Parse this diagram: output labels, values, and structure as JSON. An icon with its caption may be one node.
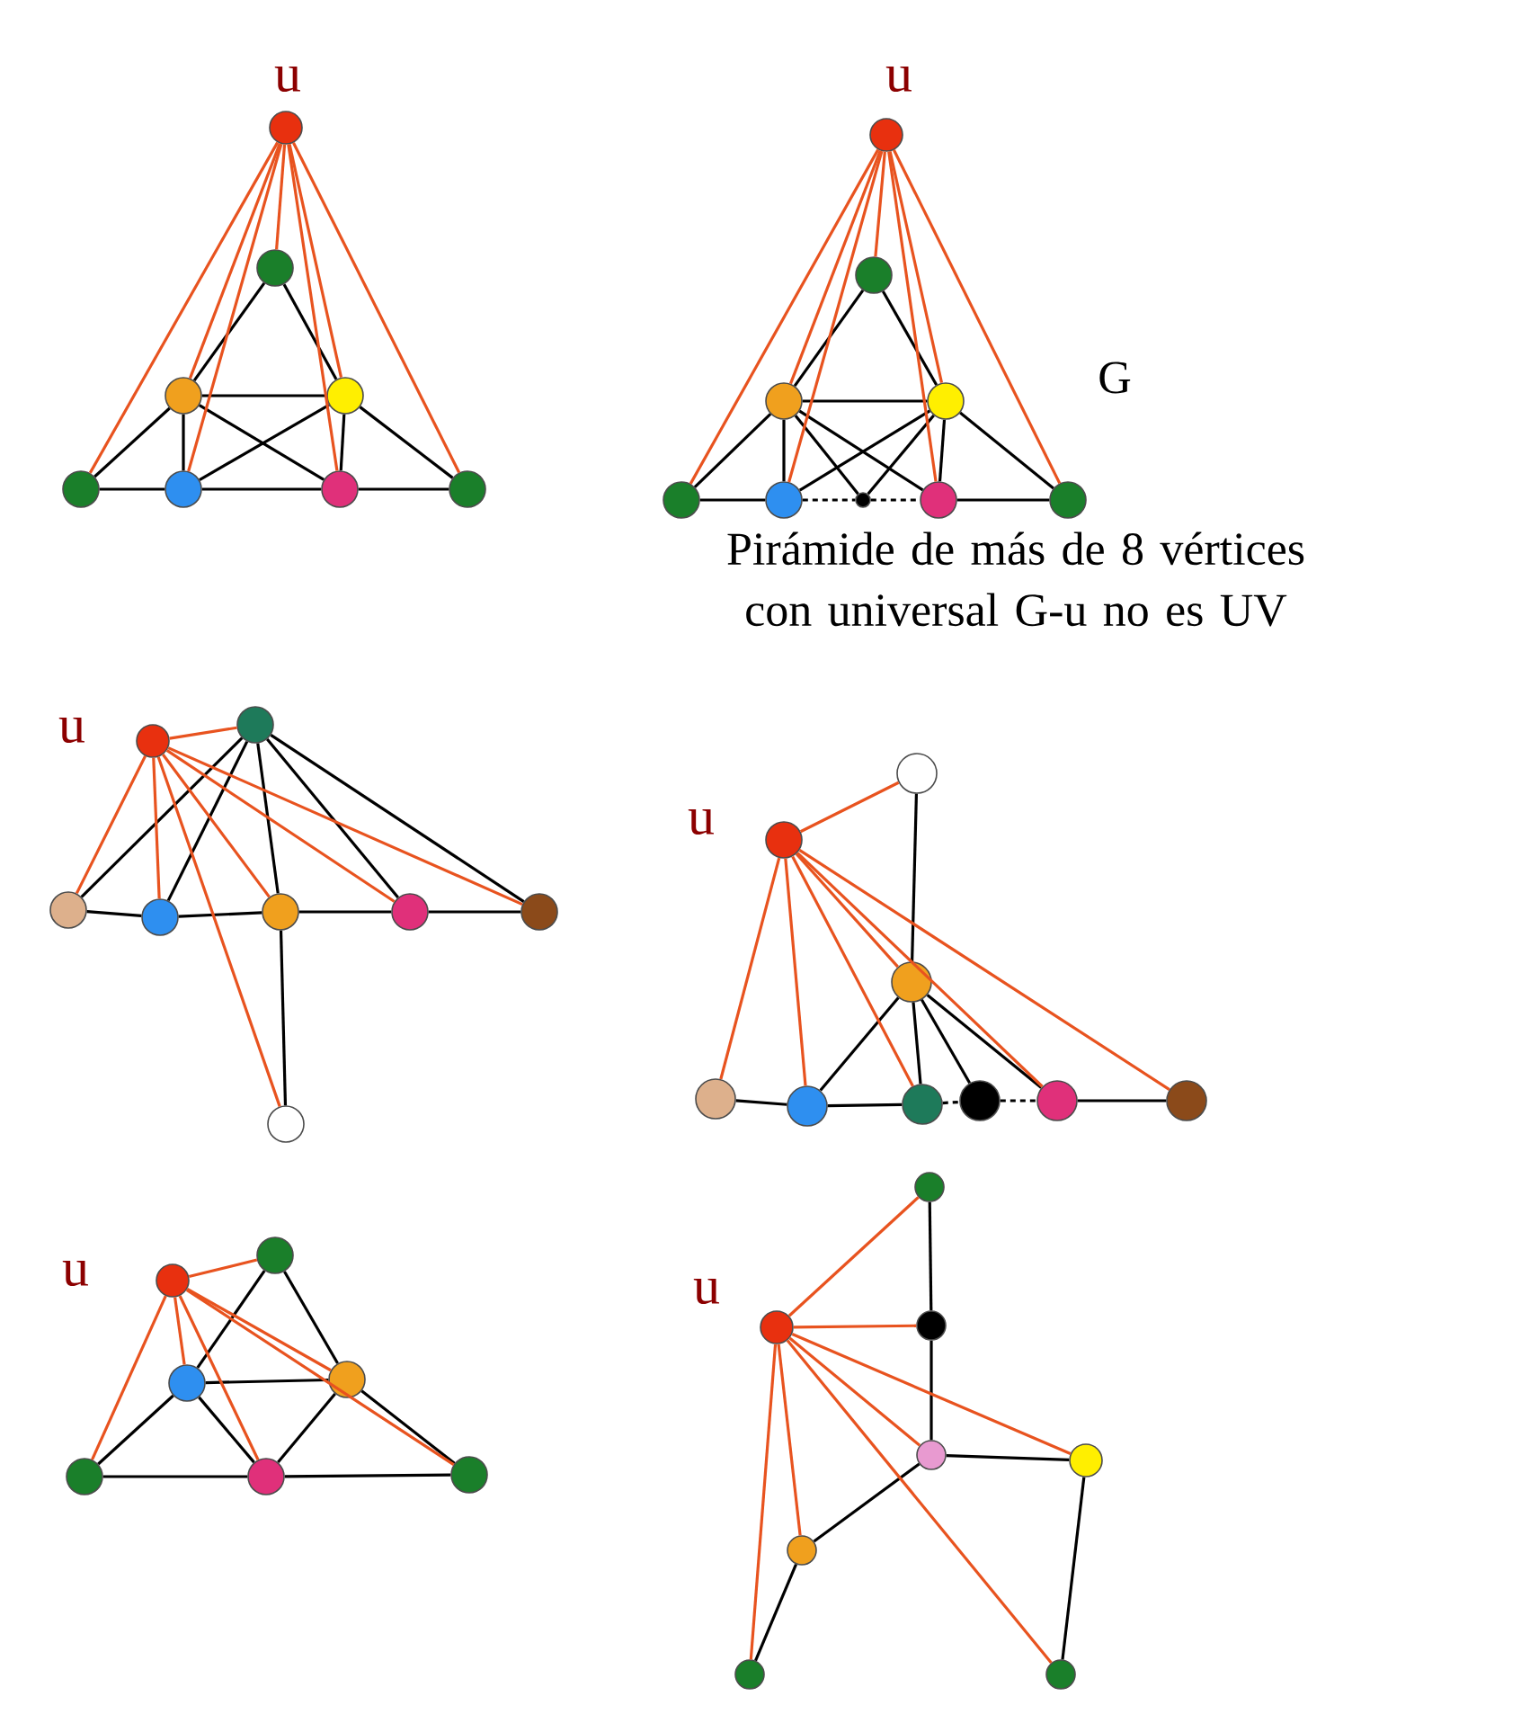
{
  "diagram": {
    "nodes": [
      {
        "text": [],
        "shape": "circle",
        "beside": [
          "u"
        ]
      },
      {
        "text": [],
        "shape": "circle"
      },
      {
        "text": [],
        "shape": "circle"
      },
      {
        "text": [],
        "shape": "circle"
      },
      {
        "text": [],
        "shape": "circle"
      },
      {
        "text": [],
        "shape": "circle"
      },
      {
        "text": [],
        "shape": "circle"
      },
      {
        "text": [],
        "shape": "circle"
      },
      {
        "text": [],
        "shape": "circle",
        "beside": [
          "u"
        ]
      },
      {
        "text": [],
        "shape": "circle"
      },
      {
        "text": [],
        "shape": "circle"
      },
      {
        "text": [],
        "shape": "circle"
      },
      {
        "text": [],
        "shape": "circle"
      },
      {
        "text": [],
        "shape": "circle"
      },
      {
        "text": [],
        "shape": "circle"
      },
      {
        "text": [],
        "shape": "circle"
      },
      {
        "text": [],
        "shape": "circle"
      },
      {
        "text": [],
        "shape": "circle",
        "beside": [
          "u"
        ]
      },
      {
        "text": [],
        "shape": "circle"
      },
      {
        "text": [],
        "shape": "circle"
      },
      {
        "text": [],
        "shape": "circle"
      },
      {
        "text": [],
        "shape": "circle"
      },
      {
        "text": [],
        "shape": "circle"
      },
      {
        "text": [],
        "shape": "circle"
      },
      {
        "text": [],
        "shape": "circle"
      },
      {
        "text": [],
        "shape": "circle"
      },
      {
        "text": [],
        "shape": "circle",
        "beside": [
          "u"
        ]
      },
      {
        "text": [],
        "shape": "circle"
      },
      {
        "text": [],
        "shape": "circle"
      },
      {
        "text": [],
        "shape": "circle"
      },
      {
        "text": [],
        "shape": "circle"
      },
      {
        "text": [],
        "shape": "circle"
      },
      {
        "text": [],
        "shape": "circle"
      },
      {
        "text": [],
        "shape": "circle"
      },
      {
        "text": [],
        "shape": "circle",
        "beside": [
          "u"
        ]
      },
      {
        "text": [],
        "shape": "circle"
      },
      {
        "text": [],
        "shape": "circle"
      },
      {
        "text": [],
        "shape": "circle"
      },
      {
        "text": [],
        "shape": "circle"
      },
      {
        "text": [],
        "shape": "circle"
      },
      {
        "text": [],
        "shape": "circle"
      },
      {
        "text": [],
        "shape": "circle"
      },
      {
        "text": [],
        "shape": "circle",
        "beside": [
          "u"
        ]
      },
      {
        "text": [],
        "shape": "circle"
      },
      {
        "text": [],
        "shape": "circle"
      },
      {
        "text": [],
        "shape": "circle"
      },
      {
        "text": [],
        "shape": "circle"
      },
      {
        "text": [],
        "shape": "circle"
      },
      {
        "text": [],
        "shape": "circle"
      }
    ],
    "edges": [
      {
        "from": 1,
        "to": 2,
        "arrow": "none"
      },
      {
        "from": 1,
        "to": 3,
        "arrow": "none"
      },
      {
        "from": 2,
        "to": 3,
        "arrow": "none"
      },
      {
        "from": 2,
        "to": 4,
        "arrow": "none"
      },
      {
        "from": 2,
        "to": 5,
        "arrow": "none"
      },
      {
        "from": 2,
        "to": 6,
        "arrow": "none"
      },
      {
        "from": 3,
        "to": 5,
        "arrow": "none"
      },
      {
        "from": 3,
        "to": 6,
        "arrow": "none"
      },
      {
        "from": 3,
        "to": 7,
        "arrow": "none"
      },
      {
        "from": 4,
        "to": 5,
        "arrow": "none"
      },
      {
        "from": 5,
        "to": 6,
        "arrow": "none"
      },
      {
        "from": 6,
        "to": 7,
        "arrow": "none"
      },
      {
        "from": 0,
        "to": 1,
        "arrow": "none",
        "color": "#e8531f"
      },
      {
        "from": 0,
        "to": 2,
        "arrow": "none",
        "color": "#e8531f"
      },
      {
        "from": 0,
        "to": 3,
        "arrow": "none",
        "color": "#e8531f"
      },
      {
        "from": 0,
        "to": 4,
        "arrow": "none",
        "color": "#e8531f"
      },
      {
        "from": 0,
        "to": 5,
        "arrow": "none",
        "color": "#e8531f"
      },
      {
        "from": 0,
        "to": 6,
        "arrow": "none",
        "color": "#e8531f"
      },
      {
        "from": 0,
        "to": 7,
        "arrow": "none",
        "color": "#e8531f"
      },
      {
        "from": 9,
        "to": 10,
        "arrow": "none"
      },
      {
        "from": 9,
        "to": 11,
        "arrow": "none"
      },
      {
        "from": 10,
        "to": 11,
        "arrow": "none"
      },
      {
        "from": 10,
        "to": 12,
        "arrow": "none"
      },
      {
        "from": 10,
        "to": 13,
        "arrow": "none"
      },
      {
        "from": 10,
        "to": 14,
        "arrow": "none"
      },
      {
        "from": 10,
        "to": 15,
        "arrow": "none"
      },
      {
        "from": 11,
        "to": 13,
        "arrow": "none"
      },
      {
        "from": 11,
        "to": 14,
        "arrow": "none"
      },
      {
        "from": 11,
        "to": 15,
        "arrow": "none"
      },
      {
        "from": 11,
        "to": 16,
        "arrow": "none"
      },
      {
        "from": 12,
        "to": 13,
        "arrow": "none"
      },
      {
        "from": 13,
        "to": 14,
        "arrow": "none",
        "style": "dashed"
      },
      {
        "from": 14,
        "to": 15,
        "arrow": "none",
        "style": "dashed"
      },
      {
        "from": 15,
        "to": 16,
        "arrow": "none"
      },
      {
        "from": 8,
        "to": 9,
        "arrow": "none",
        "color": "#e8531f"
      },
      {
        "from": 8,
        "to": 10,
        "arrow": "none",
        "color": "#e8531f"
      },
      {
        "from": 8,
        "to": 11,
        "arrow": "none",
        "color": "#e8531f"
      },
      {
        "from": 8,
        "to": 12,
        "arrow": "none",
        "color": "#e8531f"
      },
      {
        "from": 8,
        "to": 13,
        "arrow": "none",
        "color": "#e8531f"
      },
      {
        "from": 8,
        "to": 15,
        "arrow": "none",
        "color": "#e8531f"
      },
      {
        "from": 8,
        "to": 16,
        "arrow": "none",
        "color": "#e8531f"
      },
      {
        "from": 18,
        "to": 19,
        "arrow": "none"
      },
      {
        "from": 18,
        "to": 20,
        "arrow": "none"
      },
      {
        "from": 18,
        "to": 21,
        "arrow": "none"
      },
      {
        "from": 18,
        "to": 22,
        "arrow": "none"
      },
      {
        "from": 18,
        "to": 23,
        "arrow": "none"
      },
      {
        "from": 19,
        "to": 20,
        "arrow": "none"
      },
      {
        "from": 20,
        "to": 21,
        "arrow": "none"
      },
      {
        "from": 21,
        "to": 22,
        "arrow": "none"
      },
      {
        "from": 22,
        "to": 23,
        "arrow": "none"
      },
      {
        "from": 21,
        "to": 24,
        "arrow": "none"
      },
      {
        "from": 17,
        "to": 18,
        "arrow": "none",
        "color": "#e8531f"
      },
      {
        "from": 17,
        "to": 19,
        "arrow": "none",
        "color": "#e8531f"
      },
      {
        "from": 17,
        "to": 20,
        "arrow": "none",
        "color": "#e8531f"
      },
      {
        "from": 17,
        "to": 24,
        "arrow": "none",
        "color": "#e8531f"
      },
      {
        "from": 17,
        "to": 21,
        "arrow": "none",
        "color": "#e8531f"
      },
      {
        "from": 17,
        "to": 22,
        "arrow": "none",
        "color": "#e8531f"
      },
      {
        "from": 17,
        "to": 23,
        "arrow": "none",
        "color": "#e8531f"
      },
      {
        "from": 25,
        "to": 27,
        "arrow": "none"
      },
      {
        "from": 27,
        "to": 29,
        "arrow": "none"
      },
      {
        "from": 27,
        "to": 30,
        "arrow": "none"
      },
      {
        "from": 27,
        "to": 31,
        "arrow": "none"
      },
      {
        "from": 27,
        "to": 32,
        "arrow": "none"
      },
      {
        "from": 28,
        "to": 29,
        "arrow": "none"
      },
      {
        "from": 29,
        "to": 30,
        "arrow": "none"
      },
      {
        "from": 30,
        "to": 31,
        "arrow": "none",
        "style": "dashed"
      },
      {
        "from": 31,
        "to": 32,
        "arrow": "none",
        "style": "dashed"
      },
      {
        "from": 32,
        "to": 33,
        "arrow": "none"
      },
      {
        "from": 26,
        "to": 25,
        "arrow": "none",
        "color": "#e8531f"
      },
      {
        "from": 26,
        "to": 28,
        "arrow": "none",
        "color": "#e8531f"
      },
      {
        "from": 26,
        "to": 29,
        "arrow": "none",
        "color": "#e8531f"
      },
      {
        "from": 26,
        "to": 30,
        "arrow": "none",
        "color": "#e8531f"
      },
      {
        "from": 26,
        "to": 27,
        "arrow": "none",
        "color": "#e8531f"
      },
      {
        "from": 26,
        "to": 32,
        "arrow": "none",
        "color": "#e8531f"
      },
      {
        "from": 26,
        "to": 33,
        "arrow": "none",
        "color": "#e8531f"
      },
      {
        "from": 35,
        "to": 36,
        "arrow": "none"
      },
      {
        "from": 35,
        "to": 37,
        "arrow": "none"
      },
      {
        "from": 36,
        "to": 37,
        "arrow": "none"
      },
      {
        "from": 36,
        "to": 38,
        "arrow": "none"
      },
      {
        "from": 36,
        "to": 39,
        "arrow": "none"
      },
      {
        "from": 37,
        "to": 39,
        "arrow": "none"
      },
      {
        "from": 37,
        "to": 40,
        "arrow": "none"
      },
      {
        "from": 38,
        "to": 39,
        "arrow": "none"
      },
      {
        "from": 39,
        "to": 40,
        "arrow": "none"
      },
      {
        "from": 34,
        "to": 35,
        "arrow": "none",
        "color": "#e8531f"
      },
      {
        "from": 34,
        "to": 38,
        "arrow": "none",
        "color": "#e8531f"
      },
      {
        "from": 34,
        "to": 36,
        "arrow": "none",
        "color": "#e8531f"
      },
      {
        "from": 34,
        "to": 39,
        "arrow": "none",
        "color": "#e8531f"
      },
      {
        "from": 34,
        "to": 37,
        "arrow": "none",
        "color": "#e8531f"
      },
      {
        "from": 34,
        "to": 40,
        "arrow": "none",
        "color": "#e8531f"
      },
      {
        "from": 41,
        "to": 43,
        "arrow": "none"
      },
      {
        "from": 43,
        "to": 44,
        "arrow": "none"
      },
      {
        "from": 44,
        "to": 45,
        "arrow": "none"
      },
      {
        "from": 44,
        "to": 46,
        "arrow": "none"
      },
      {
        "from": 46,
        "to": 47,
        "arrow": "none"
      },
      {
        "from": 45,
        "to": 48,
        "arrow": "none"
      },
      {
        "from": 42,
        "to": 41,
        "arrow": "none",
        "color": "#e8531f"
      },
      {
        "from": 42,
        "to": 43,
        "arrow": "none",
        "color": "#e8531f"
      },
      {
        "from": 42,
        "to": 44,
        "arrow": "none",
        "color": "#e8531f"
      },
      {
        "from": 42,
        "to": 45,
        "arrow": "none",
        "color": "#e8531f"
      },
      {
        "from": 42,
        "to": 46,
        "arrow": "none",
        "color": "#e8531f"
      },
      {
        "from": 42,
        "to": 47,
        "arrow": "none",
        "color": "#e8531f"
      },
      {
        "from": 42,
        "to": 48,
        "arrow": "none",
        "color": "#e8531f"
      }
    ],
    "labels": [
      "G",
      "Pirámide de más de 8 vértices con universal G-u no es UV"
    ]
  }
}
